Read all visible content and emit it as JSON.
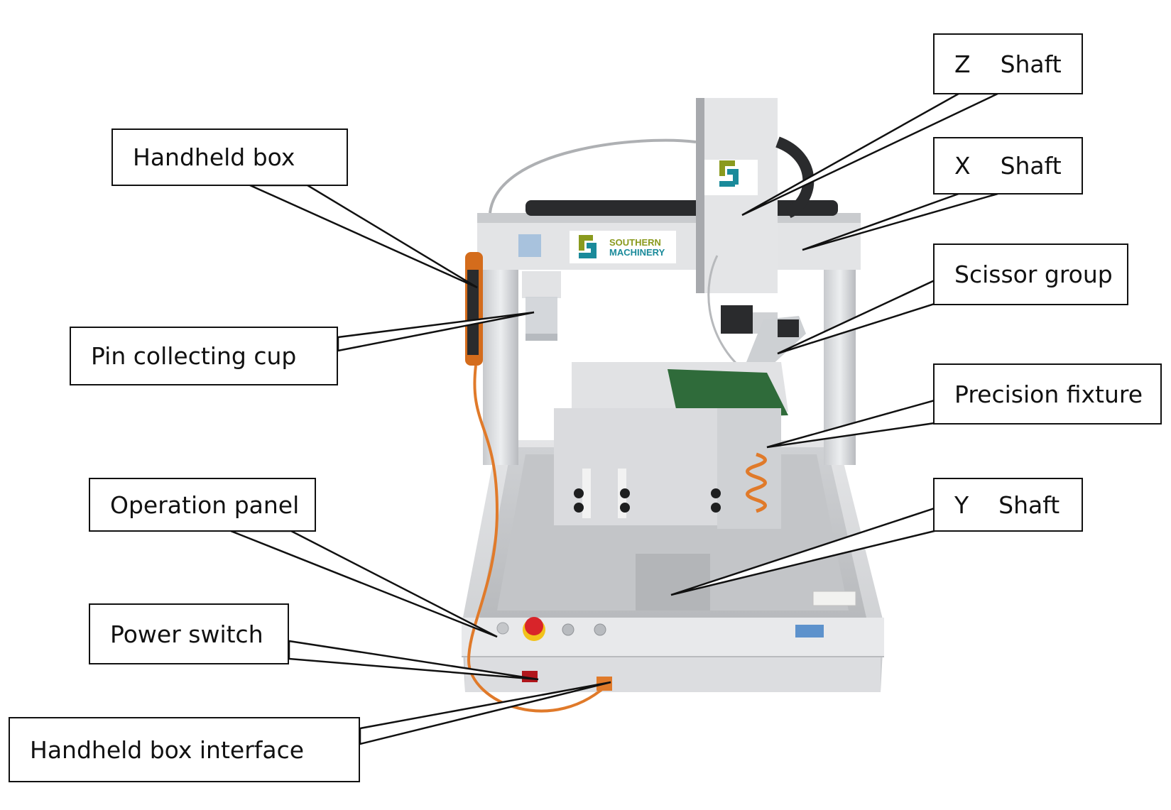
{
  "title": "Automatic soldering / pin cutting machine component diagram",
  "brand": {
    "name_line1": "SOUTHERN",
    "name_line2": "MACHINERY",
    "logo_colors": {
      "olive": "#8a9a1e",
      "teal": "#1a8a9a"
    }
  },
  "labels": [
    {
      "id": "z-shaft",
      "text": "Z    Shaft",
      "side": "right"
    },
    {
      "id": "x-shaft",
      "text": "X    Shaft",
      "side": "right"
    },
    {
      "id": "scissor-group",
      "text": "Scissor group",
      "side": "right"
    },
    {
      "id": "precision-fixture",
      "text": "Precision fixture",
      "side": "right"
    },
    {
      "id": "y-shaft",
      "text": "Y    Shaft",
      "side": "right"
    },
    {
      "id": "handheld-box",
      "text": "Handheld box",
      "side": "left"
    },
    {
      "id": "pin-collecting-cup",
      "text": "Pin collecting cup",
      "side": "left"
    },
    {
      "id": "operation-panel",
      "text": "Operation panel",
      "side": "left"
    },
    {
      "id": "power-switch",
      "text": "Power switch",
      "side": "left"
    },
    {
      "id": "handheld-box-interface",
      "text": "Handheld box interface",
      "side": "left"
    }
  ],
  "colors": {
    "frame": "#d9dadc",
    "frame_dark": "#9a9ca0",
    "pcb": "#2f6b3a",
    "cable_orange": "#e07a2a",
    "estop_red": "#d8242a",
    "estop_yellow": "#f2c21a",
    "leader": "#111111"
  }
}
